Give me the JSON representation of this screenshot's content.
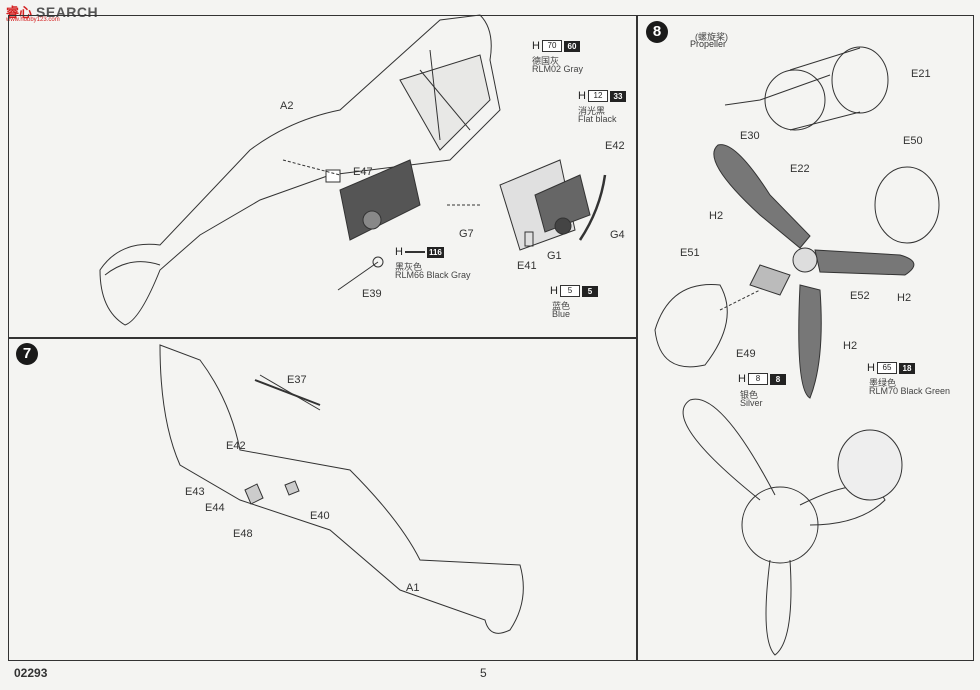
{
  "watermark": {
    "brand_cn": "睿心",
    "brand_sub": "www.hobby123.com",
    "brand_en": "SEARCH"
  },
  "footer": {
    "catalog_no": "02293",
    "page_no": "5"
  },
  "step6": {
    "labels": {
      "a2": "A2",
      "e47": "E47",
      "e39": "E39",
      "e42": "E42",
      "g7": "G7",
      "e41": "E41",
      "g1": "G1",
      "g4": "G4"
    },
    "colors": [
      {
        "letter": "H",
        "num": "70",
        "ref": "60",
        "cn": "德国灰",
        "en": "RLM02 Gray"
      },
      {
        "letter": "H",
        "num": "12",
        "ref": "33",
        "cn": "消光黑",
        "en": "Flat black"
      },
      {
        "letter": "H",
        "num": "",
        "ref": "116",
        "cn": "黑灰色",
        "en": "RLM66 Black Gray"
      },
      {
        "letter": "H",
        "num": "5",
        "ref": "5",
        "cn": "蓝色",
        "en": "Blue"
      }
    ]
  },
  "step7": {
    "number": "7",
    "labels": {
      "e37": "E37",
      "e42": "E42",
      "e43": "E43",
      "e44": "E44",
      "e48": "E48",
      "e40": "E40",
      "a1": "A1"
    }
  },
  "step8": {
    "number": "8",
    "title_cn": "(螺旋桨)",
    "title_en": "Propeller",
    "labels": {
      "e21": "E21",
      "e30": "E30",
      "e22": "E22",
      "e50": "E50",
      "h2a": "H2",
      "h2b": "H2",
      "h2c": "H2",
      "e51": "E51",
      "e52": "E52",
      "e49": "E49"
    },
    "colors": [
      {
        "letter": "H",
        "num": "8",
        "ref": "8",
        "cn": "银色",
        "en": "Silver"
      },
      {
        "letter": "H",
        "num": "65",
        "ref": "18",
        "cn": "墨绿色",
        "en": "RLM70 Black Green"
      }
    ]
  }
}
